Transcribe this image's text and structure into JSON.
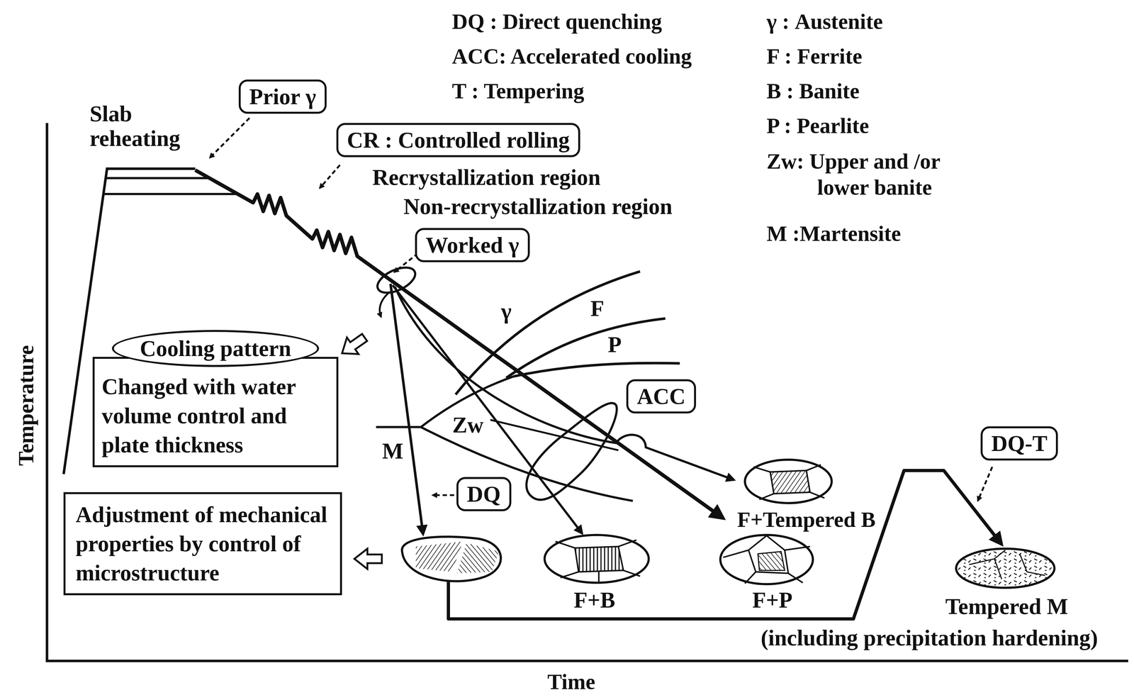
{
  "diagram": {
    "nodes": [
      {
        "text": [
          "Prior γ"
        ]
      },
      {
        "text": [
          "CR : Controlled rolling"
        ]
      },
      {
        "text": [
          "Worked γ"
        ]
      },
      {
        "text": [
          "Cooling pattern",
          "Changed with water volume control and plate thickness"
        ]
      },
      {
        "text": [
          "ACC"
        ]
      },
      {
        "text": [
          "DQ"
        ]
      },
      {
        "text": [
          "DQ-T"
        ]
      },
      {
        "text": [
          "Adjustment of mechanical properties by control of microstructure"
        ]
      }
    ],
    "labels": [
      "Slab reheating",
      "Recrystallization region",
      "Non-recrystallization region",
      "γ",
      "F",
      "P",
      "Zw",
      "M",
      "F+Tempered B",
      "F+B",
      "F+P",
      "Tempered M",
      "(including precipitation hardening)",
      "Temperature",
      "Time"
    ],
    "legend": [
      {
        "text": "DQ : Direct quenching"
      },
      {
        "text": "ACC: Accelerated cooling"
      },
      {
        "text": "T : Tempering"
      },
      {
        "text": "γ : Austenite"
      },
      {
        "text": "F : Ferrite"
      },
      {
        "text": "B : Banite"
      },
      {
        "text": "P : Pearlite"
      },
      {
        "text": "Zw: Upper and /or lower banite"
      },
      {
        "text": "M :Martensite"
      }
    ]
  }
}
